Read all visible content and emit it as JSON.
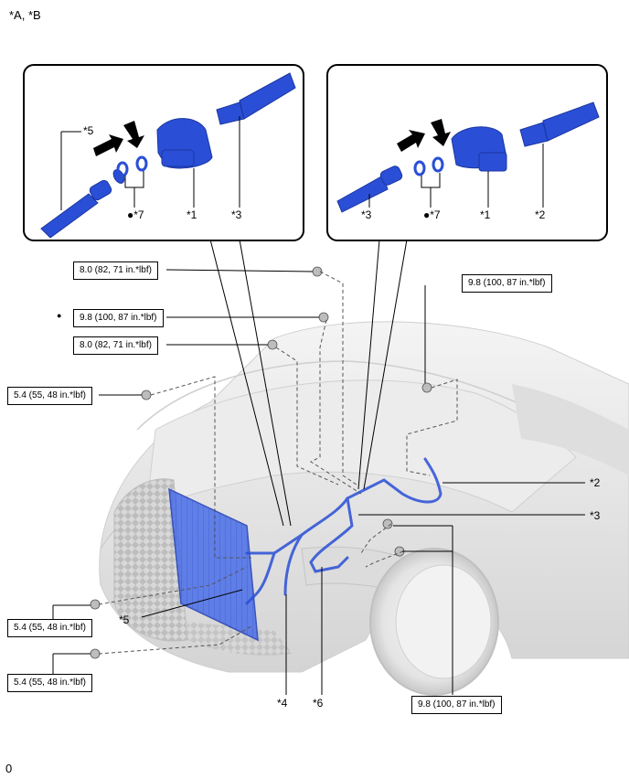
{
  "header": {
    "title": "*A, *B"
  },
  "footer": {
    "code": "0"
  },
  "insets": {
    "left": {
      "labels": [
        "*5",
        "●*7",
        "*1",
        "*3"
      ]
    },
    "right": {
      "labels": [
        "*3",
        "●*7",
        "*1",
        "*2"
      ]
    }
  },
  "torques": {
    "t1": "8.0 (82, 71 in.*lbf)",
    "t2": "9.8 (100, 87 in.*lbf)",
    "t3": "8.0 (82, 71 in.*lbf)",
    "t4": "5.4 (55, 48 in.*lbf)",
    "t5": "9.8 (100, 87 in.*lbf)",
    "t6": "5.4 (55, 48 in.*lbf)",
    "t7": "5.4 (55, 48 in.*lbf)",
    "t8": "9.8 (100, 87 in.*lbf)"
  },
  "bullet": "●",
  "callouts": {
    "c2": "*2",
    "c3": "*3",
    "c4": "*4",
    "c5": "*5",
    "c6": "*6"
  },
  "colors": {
    "part_blue": "#2a4fd6",
    "car_gray": "#e8e8e8",
    "line": "#000000"
  }
}
